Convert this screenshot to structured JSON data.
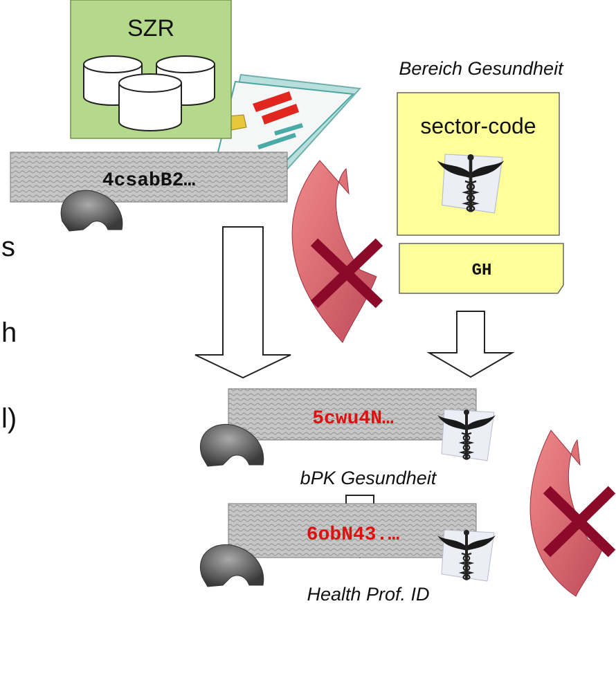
{
  "registry": {
    "label": "SZR"
  },
  "source_id": {
    "value": "4csabB2…"
  },
  "sector": {
    "region_label": "Bereich Gesundheit",
    "card_label": "sector-code",
    "code": "GH"
  },
  "bpk": {
    "value": "5cwu4N…",
    "caption": "bPK Gesundheit"
  },
  "health_id": {
    "value": "6obN43.…",
    "caption": "Health Prof. ID"
  },
  "left_fragments": [
    "s",
    "h",
    "l)"
  ],
  "colors": {
    "registry_bg": "#b5d98a",
    "sector_bg": "#ffff99",
    "id_text_red": "#e01010",
    "blocked_arrow": "#e06a6a",
    "cross": "#8b0a2a"
  },
  "icons": [
    "database-icon",
    "smartcard-icon",
    "person-head-icon",
    "caduceus-icon",
    "blocked-arrow-icon",
    "cross-icon",
    "down-arrow-icon"
  ]
}
